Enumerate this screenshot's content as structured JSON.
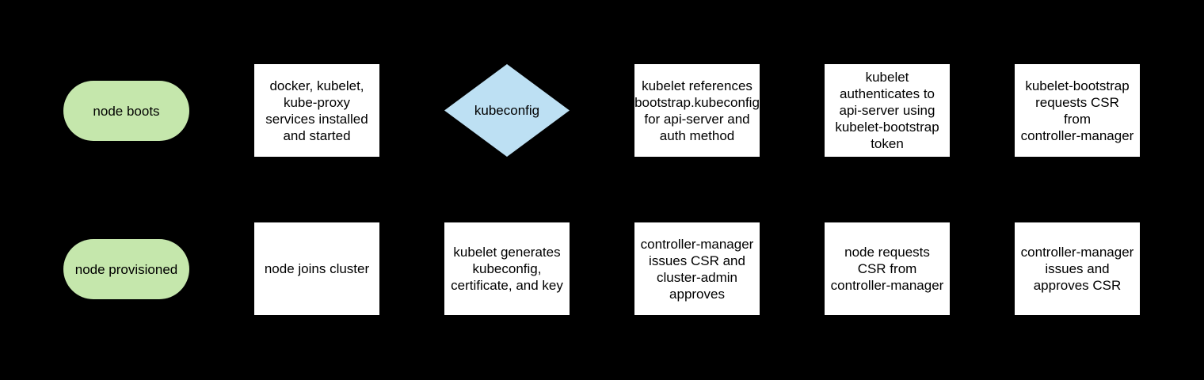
{
  "canvas": {
    "background": "#000000",
    "text_color": "#000000"
  },
  "palette": {
    "terminator_green": "#c5e7ac",
    "decision_blue": "#bde0f3",
    "process_white": "#ffffff"
  },
  "flowchart": {
    "description": "Kubernetes node bootstrap flow diagram, two rows of shapes on black background",
    "top_row": [
      {
        "id": "node-boots",
        "shape": "terminator",
        "label": "node boots"
      },
      {
        "id": "services-installed",
        "shape": "process",
        "label": "docker, kubelet,\nkube-proxy\nservices installed\nand started"
      },
      {
        "id": "kubeconfig-decision",
        "shape": "decision",
        "label": "kubeconfig"
      },
      {
        "id": "kubelet-references-bootstrap",
        "shape": "process",
        "label": "kubelet references\nbootstrap.kubeconfig\nfor api-server and\nauth method"
      },
      {
        "id": "kubelet-authenticates",
        "shape": "process",
        "label": "kubelet\nauthenticates to\napi-server using\nkubelet-bootstrap\ntoken"
      },
      {
        "id": "kubelet-bootstrap-requests-csr",
        "shape": "process",
        "label": "kubelet-bootstrap\nrequests CSR\nfrom\ncontroller-manager"
      }
    ],
    "bottom_row": [
      {
        "id": "node-provisioned",
        "shape": "terminator",
        "label": "node provisioned"
      },
      {
        "id": "node-joins-cluster",
        "shape": "process",
        "label": "node joins cluster"
      },
      {
        "id": "kubelet-generates",
        "shape": "process",
        "label": "kubelet generates\nkubeconfig,\ncertificate, and key"
      },
      {
        "id": "cm-issues-csr-admin-approves",
        "shape": "process",
        "label": "controller-manager\nissues CSR and\ncluster-admin\napproves"
      },
      {
        "id": "node-requests-csr",
        "shape": "process",
        "label": "node requests\nCSR from\ncontroller-manager"
      },
      {
        "id": "cm-issues-and-approves",
        "shape": "process",
        "label": "controller-manager\nissues and\napproves CSR"
      }
    ]
  }
}
